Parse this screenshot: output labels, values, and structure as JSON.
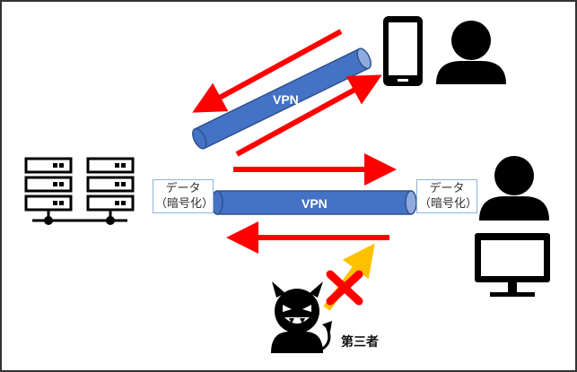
{
  "tunnel_label_top": "VPN",
  "tunnel_label_main": "VPN",
  "left_label": {
    "line1": "データ",
    "line2": "（暗号化）"
  },
  "right_label": {
    "line1": "データ",
    "line2": "（暗号化）"
  },
  "attacker_label": "第三者",
  "colors": {
    "pipe": "#4472c4",
    "pipe_edge": "#2f528f",
    "arrow": "#ff0000",
    "attack_arrow": "#ffc000",
    "blocked_x": "#ff0000",
    "icon": "#000000"
  },
  "icons": [
    "server-rack-icon",
    "smartphone-icon",
    "person-icon",
    "monitor-icon",
    "devil-icon",
    "cross-icon"
  ]
}
